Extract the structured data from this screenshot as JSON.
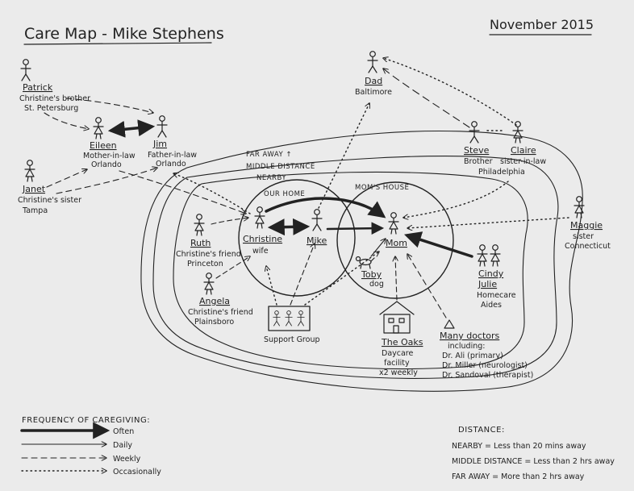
{
  "title": "Care Map - Mike Stephens",
  "date": "November 2015",
  "zones": {
    "far_away": "FAR AWAY ↑",
    "middle_distance": "MIDDLE DISTANCE",
    "nearby": "NEARBY",
    "our_home": "OUR HOME",
    "moms_house": "MOM'S HOUSE"
  },
  "people": {
    "patrick": {
      "name": "Patrick",
      "line1": "Christine's brother",
      "line2": "St. Petersburg"
    },
    "eileen": {
      "name": "Eileen",
      "line1": "Mother-in-law",
      "line2": "Orlando"
    },
    "jim": {
      "name": "Jim",
      "line1": "Father-in-law",
      "line2": "Orlando"
    },
    "janet": {
      "name": "Janet",
      "line1": "Christine's sister",
      "line2": "Tampa"
    },
    "dad": {
      "name": "Dad",
      "line1": "Baltimore"
    },
    "steve": {
      "name": "Steve",
      "line1": "Brother"
    },
    "claire": {
      "name": "Claire",
      "line1": "sister-in-law"
    },
    "philadelphia": "Philadelphia",
    "maggie": {
      "name": "Maggie",
      "line1": "sister",
      "line2": "Connecticut"
    },
    "ruth": {
      "name": "Ruth",
      "line1": "Christine's friend",
      "line2": "Princeton"
    },
    "christine": {
      "name": "Christine",
      "line1": "wife"
    },
    "mike": {
      "name": "Mike"
    },
    "mom": {
      "name": "Mom"
    },
    "toby": {
      "name": "Toby",
      "line1": "dog"
    },
    "cindy_julie": {
      "name1": "Cindy",
      "name2": "Julie",
      "line1": "Homecare",
      "line2": "Aides"
    },
    "angela": {
      "name": "Angela",
      "line1": "Christine's friend",
      "line2": "Plainsboro"
    }
  },
  "support_group": "Support Group",
  "the_oaks": {
    "name": "The Oaks",
    "line1": "Daycare",
    "line2": "facility",
    "line3": "x2 weekly"
  },
  "doctors": {
    "name": "Many doctors",
    "line1": "including:",
    "line2": "Dr. Ali (primary)",
    "line3": "Dr. Miller (neurologist)",
    "line4": "Dr. Sandoval (therapist)"
  },
  "legend": {
    "heading": "FREQUENCY OF CAREGIVING:",
    "often": "Often",
    "daily": "Daily",
    "weekly": "Weekly",
    "occasionally": "Occasionally"
  },
  "distance_legend": {
    "heading": "DISTANCE:",
    "nearby": "NEARBY = Less than 20 mins away",
    "middle": "MIDDLE DISTANCE = Less than 2 hrs away",
    "far": "FAR AWAY = More than 2 hrs away"
  }
}
